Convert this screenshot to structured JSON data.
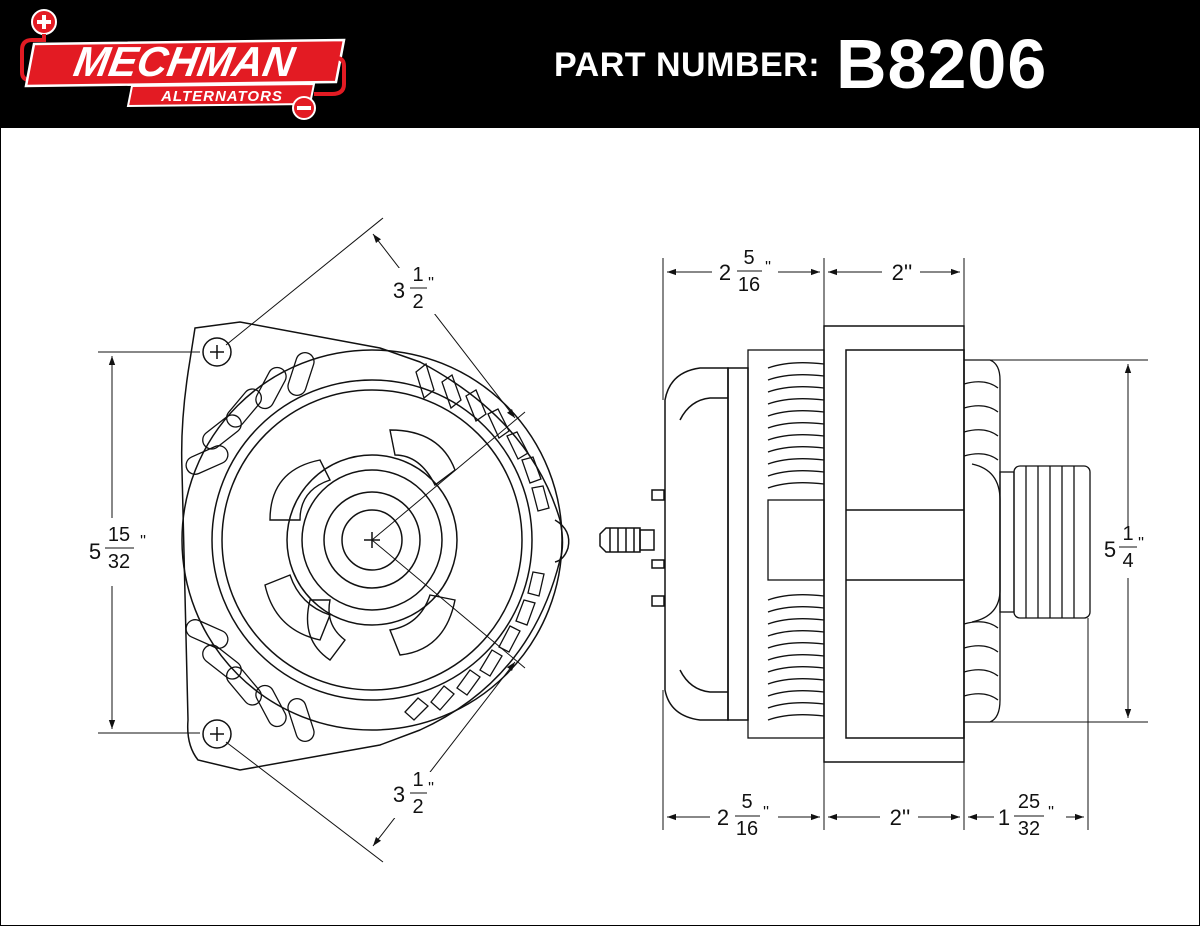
{
  "header": {
    "brand_main": "MECHMAN",
    "brand_sub": "ALTERNATORS",
    "part_number_label": "PART NUMBER:",
    "part_number": "B8206"
  },
  "colors": {
    "header_bg": "#000000",
    "brand_red": "#e31b23",
    "line": "#111111"
  },
  "icons": {
    "plus": "plus-symbol",
    "minus": "minus-symbol"
  },
  "front_view": {
    "dim_upper": {
      "whole": "3",
      "num": "1",
      "den": "2",
      "unit": "''"
    },
    "dim_height": {
      "whole": "5",
      "num": "15",
      "den": "32",
      "unit": "''"
    },
    "dim_lower": {
      "whole": "3",
      "num": "1",
      "den": "2",
      "unit": "''"
    }
  },
  "side_view": {
    "top_left": {
      "whole": "2",
      "num": "5",
      "den": "16",
      "unit": "''"
    },
    "top_right": {
      "text": "2''"
    },
    "right_height": {
      "whole": "5",
      "num": "1",
      "den": "4",
      "unit": "''"
    },
    "bottom_left": {
      "whole": "2",
      "num": "5",
      "den": "16",
      "unit": "''"
    },
    "bottom_mid": {
      "text": "2''"
    },
    "bottom_right": {
      "whole": "1",
      "num": "25",
      "den": "32",
      "unit": "''"
    }
  }
}
